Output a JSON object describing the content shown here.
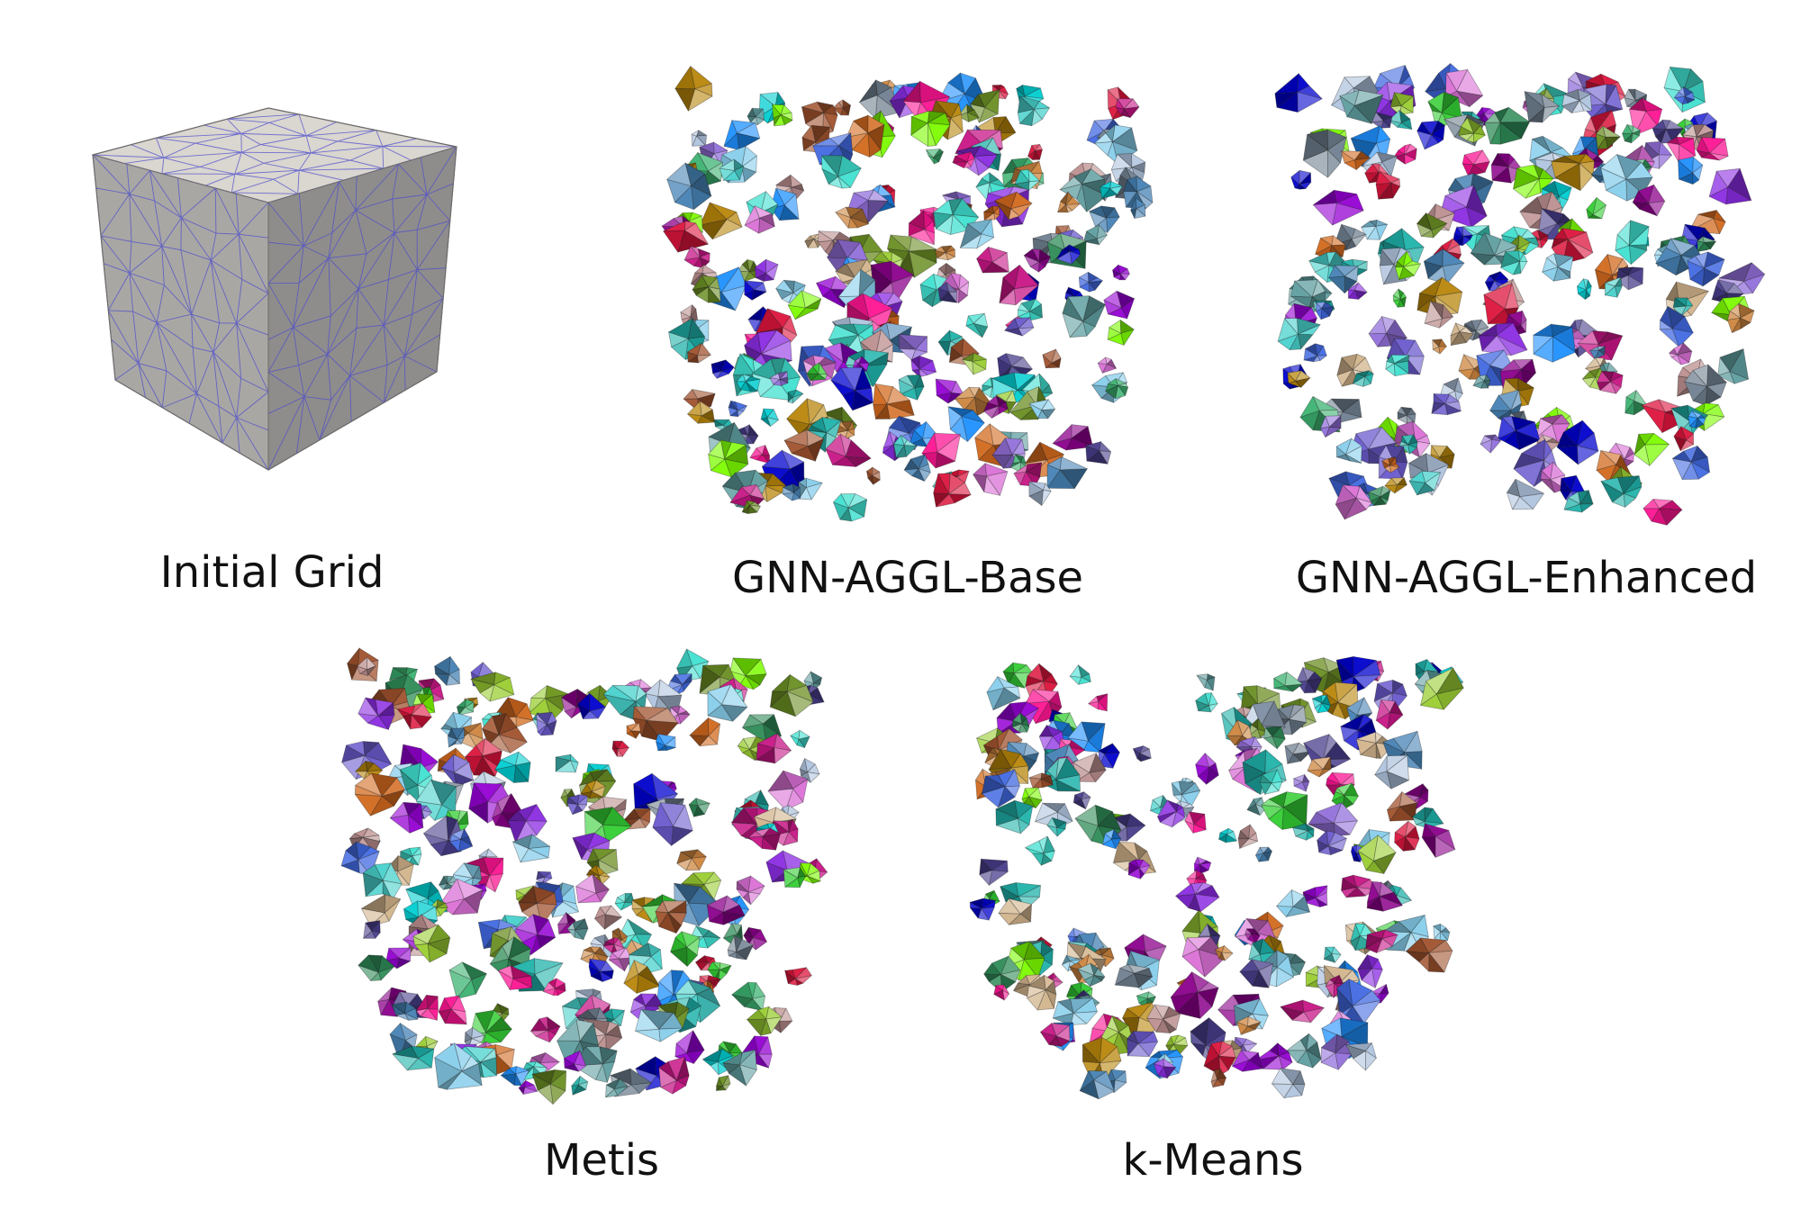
{
  "panels": [
    {
      "id": "initial-grid",
      "label": "Initial Grid"
    },
    {
      "id": "gnn-aggl-base",
      "label": "GNN-AGGL-Base"
    },
    {
      "id": "gnn-aggl-enhanced",
      "label": "GNN-AGGL-Enhanced"
    },
    {
      "id": "metis",
      "label": "Metis"
    },
    {
      "id": "k-means",
      "label": "k-Means"
    }
  ],
  "colors": {
    "grid_face_front": "#a9a7a4",
    "grid_face_side": "#8f8d8b",
    "grid_face_top": "#dad6d0",
    "grid_edges": "#4c4ccc",
    "fragment_palette": [
      "#2e8b57",
      "#3cb371",
      "#7cfc00",
      "#9acd32",
      "#6b8e23",
      "#20b2aa",
      "#40e0d0",
      "#48d1cc",
      "#5f9ea0",
      "#4682b4",
      "#87ceeb",
      "#1e90ff",
      "#4169e1",
      "#0000cd",
      "#483d8b",
      "#6a5acd",
      "#8a2be2",
      "#9400d3",
      "#8b008b",
      "#c71585",
      "#dc143c",
      "#ff1493",
      "#da70d6",
      "#bc8f8f",
      "#d2b48c",
      "#cd853f",
      "#d2691e",
      "#b8860b",
      "#9370db",
      "#708090",
      "#b0c4de",
      "#32cd32",
      "#00ced1",
      "#a0522d"
    ]
  }
}
